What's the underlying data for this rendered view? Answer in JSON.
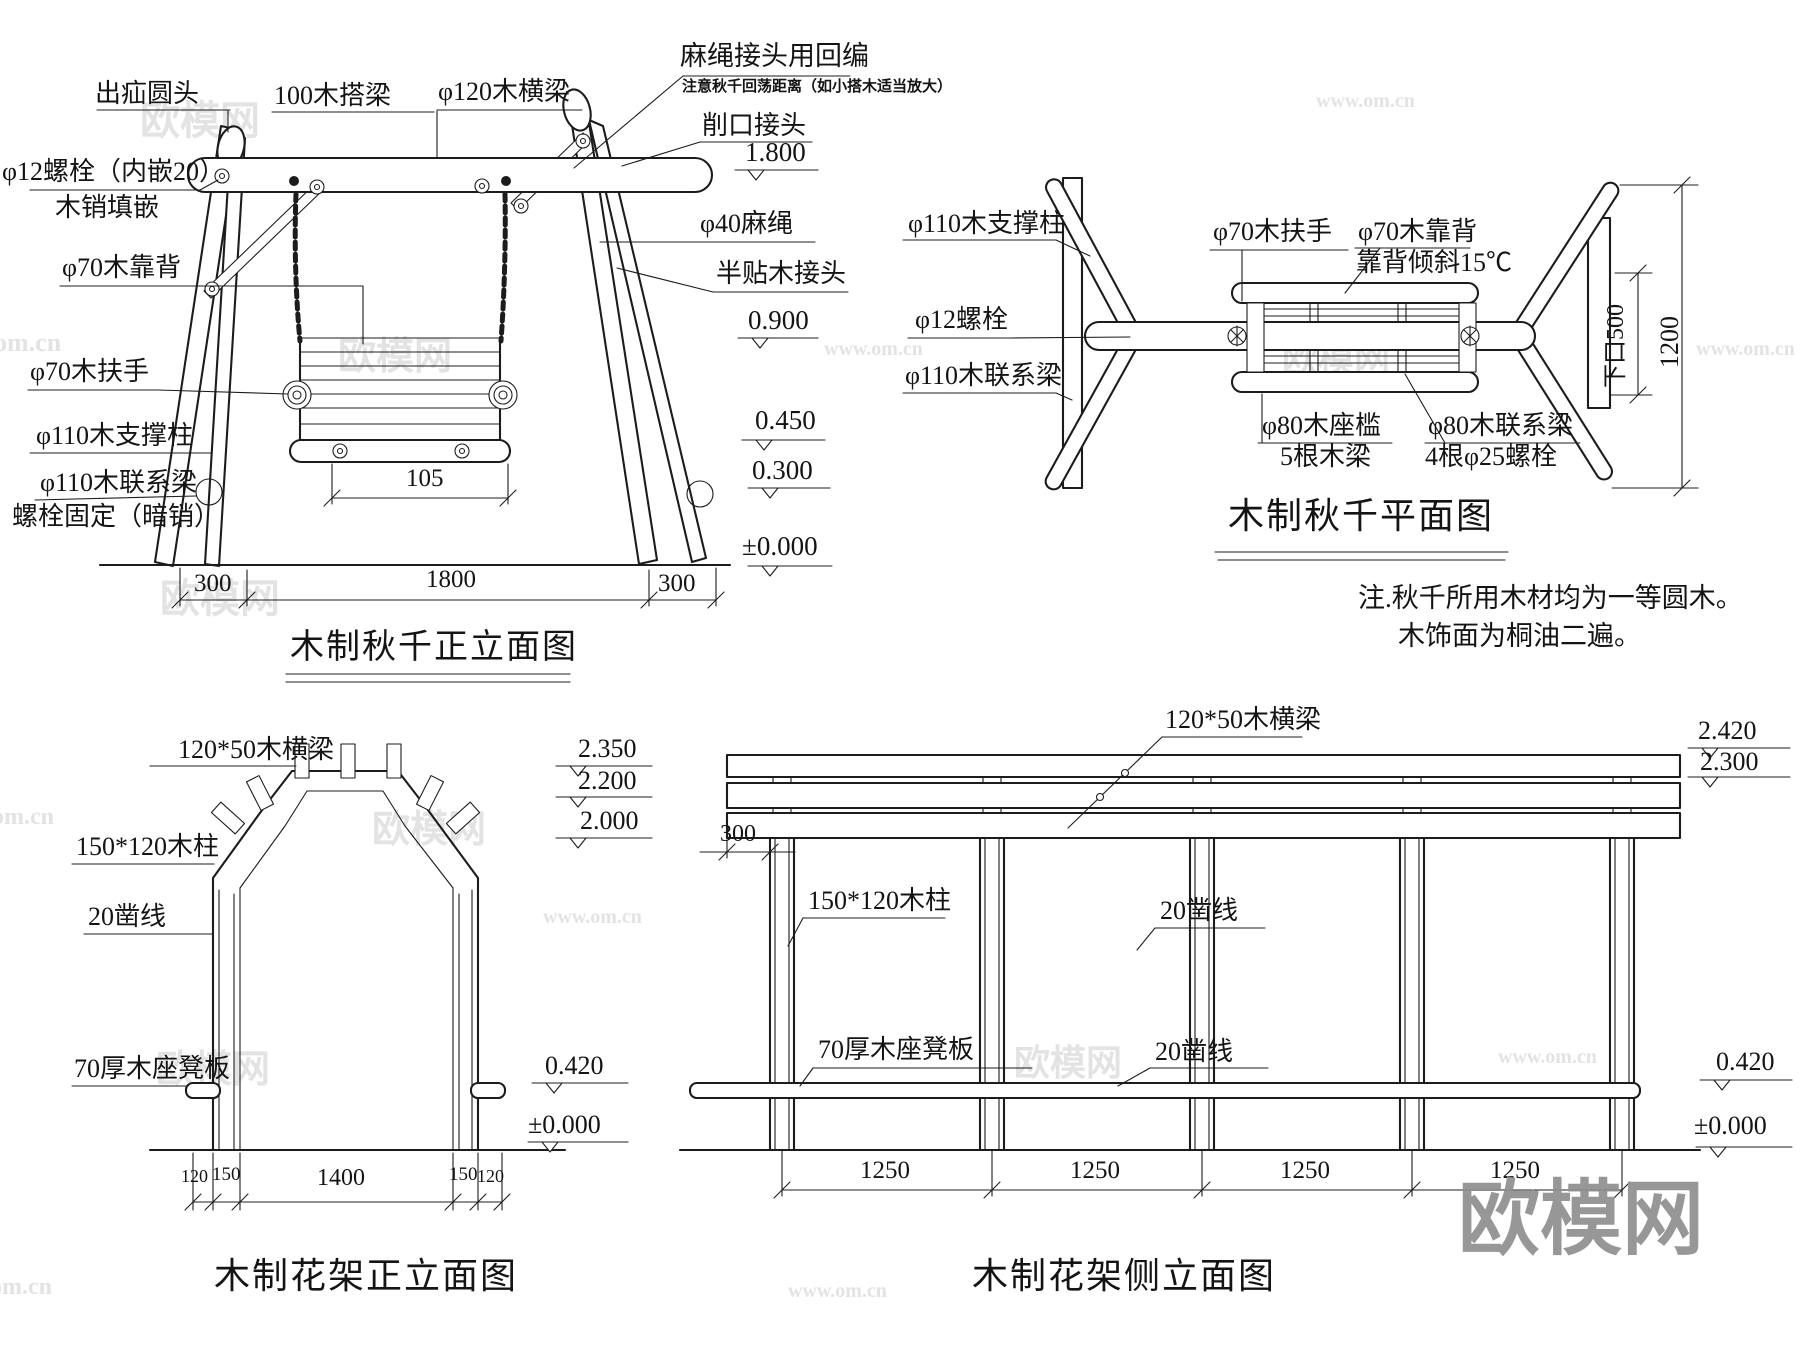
{
  "canvas": {
    "bg": "#ffffff",
    "line": "#1c1c1c"
  },
  "watermark": {
    "brand": "欧模网",
    "site": "www.om.cn",
    "site_short": "om.cn"
  },
  "swing_front": {
    "title": "木制秋千正立面图",
    "labels": {
      "round_head": "出疝圆头",
      "lap_beam": "100木搭梁",
      "cross_beam": "φ120木横梁",
      "rope_joint": "麻绳接头用回编",
      "rope_note": "注意秋千回荡距离（如小搭木适当放大）",
      "cut_joint": "削口接头",
      "bolt": "φ12螺栓（内嵌20）",
      "bolt2": "木销填嵌",
      "rope": "φ40麻绳",
      "half_lap_joint": "半贴木接头",
      "backrest": "φ70木靠背",
      "armrest": "φ70木扶手",
      "support_post": "φ110木支撑柱",
      "tie_beam": "φ110木联系梁",
      "tie_beam2": "螺栓固定（暗销）"
    },
    "levels": [
      "1.800",
      "0.900",
      "0.450",
      "0.300",
      "±0.000"
    ],
    "dims": {
      "seat": "105",
      "bottom": [
        "300",
        "1800",
        "300"
      ]
    }
  },
  "swing_plan": {
    "title": "木制秋千平面图",
    "labels": {
      "support_post": "φ110木支撑柱",
      "bolt": "φ12螺栓",
      "tie_beam": "φ110木联系梁",
      "armrest": "φ70木扶手",
      "backrest": "φ70木靠背",
      "backrest_note": "靠背倾斜15℃",
      "seat_rail": "φ80木座槛",
      "seat_rail_note": "5根木梁",
      "tie80": "φ80木联系梁",
      "tie80_note": "4根φ25螺栓"
    },
    "dims": {
      "opening": "下口500",
      "depth": "1200"
    },
    "notes": [
      "注.秋千所用木材均为一等圆木。",
      "木饰面为桐油二遍。"
    ]
  },
  "pergola_front": {
    "title": "木制花架正立面图",
    "labels": {
      "beam": "120*50木横梁",
      "column": "150*120木柱",
      "chisel": "20凿线",
      "bench": "70厚木座凳板"
    },
    "levels": [
      "2.350",
      "2.200",
      "2.000",
      "0.420",
      "±0.000"
    ],
    "dims": [
      "120",
      "150",
      "1400",
      "150",
      "120"
    ]
  },
  "pergola_side": {
    "title": "木制花架侧立面图",
    "labels": {
      "beam": "120*50木横梁",
      "overhang": "300",
      "column": "150*120木柱",
      "chisel_top": "20凿线",
      "bench": "70厚木座凳板",
      "chisel_bench": "20凿线"
    },
    "levels": [
      "2.420",
      "2.300",
      "0.420",
      "±0.000"
    ],
    "dims": [
      "1250",
      "1250",
      "1250",
      "1250"
    ]
  }
}
